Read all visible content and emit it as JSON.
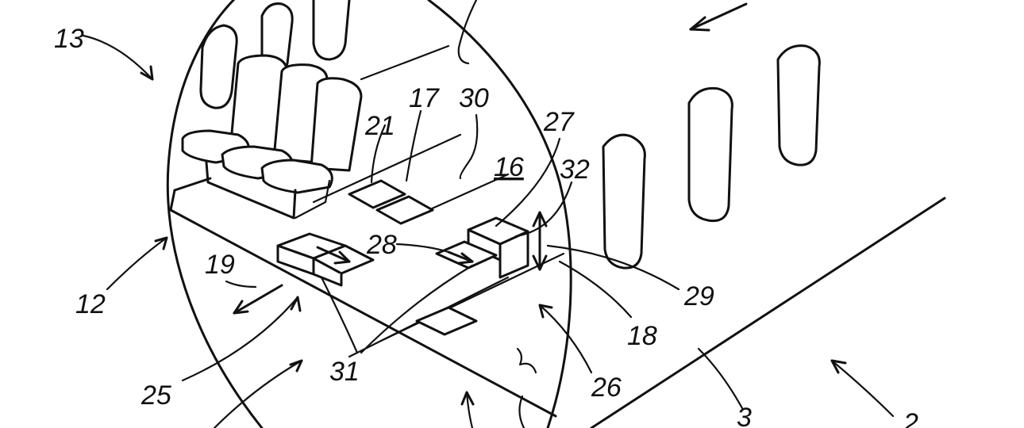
{
  "labels": {
    "l13": "13",
    "l12": "12",
    "l19": "19",
    "l25": "25",
    "l31": "31",
    "l21": "21",
    "l17": "17",
    "l30": "30",
    "l27": "27",
    "l16": "16",
    "l32": "32",
    "l28": "28",
    "l29": "29",
    "l18": "18",
    "l26": "26",
    "l3": "3",
    "l2": "2"
  }
}
